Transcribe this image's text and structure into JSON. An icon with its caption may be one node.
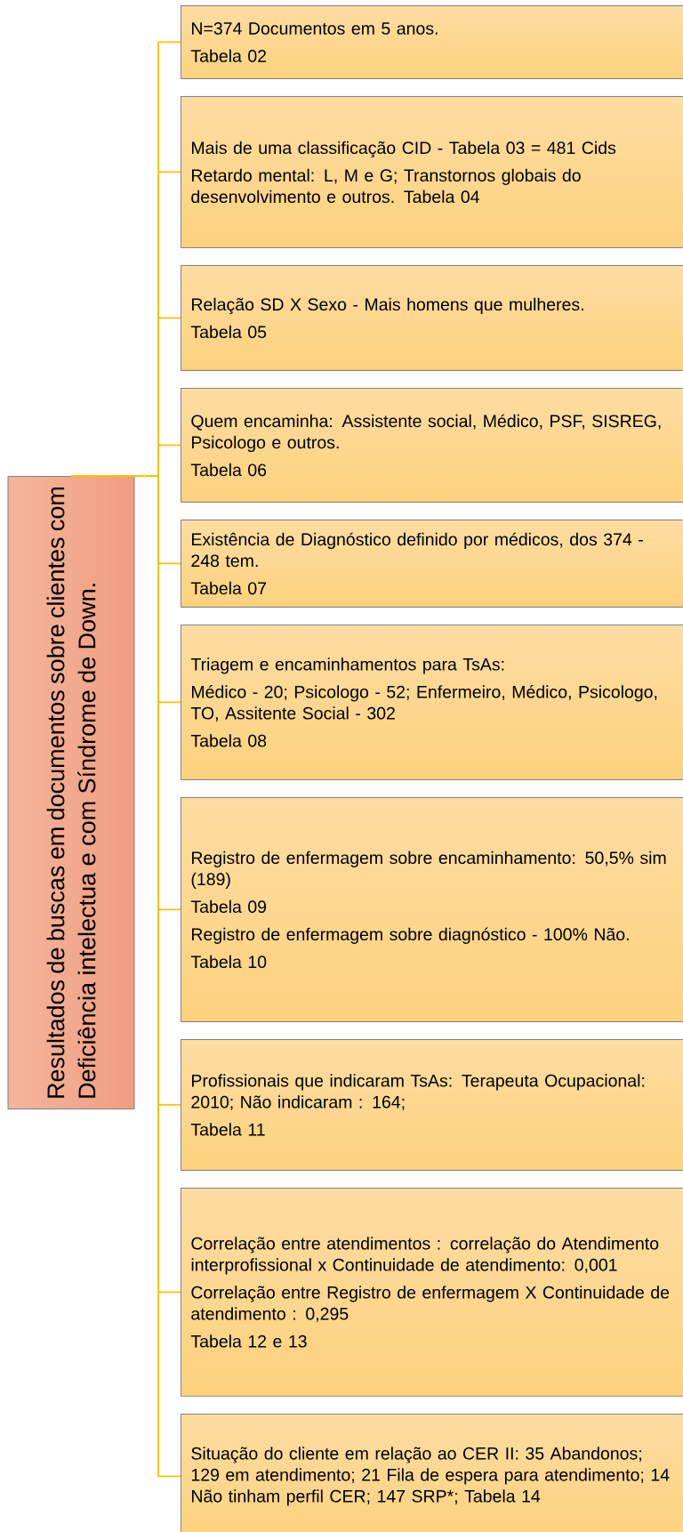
{
  "diagram": {
    "nodes": [
      {
        "text": [
          "Resultados de buscas em documentos sobre clientes com Deficiência intelectua e com Síndrome de Down."
        ]
      },
      {
        "text": [
          "N=374 Documentos em 5 anos.",
          "Tabela 02"
        ]
      },
      {
        "text": [
          "Mais de uma classificação CID - Tabela 03 = 481 Cids",
          "Retardo mental: L, M e G; Transtornos globais do desenvolvimento e outros. Tabela 04"
        ]
      },
      {
        "text": [
          "Relação SD X Sexo - Mais homens que mulheres.",
          "Tabela 05"
        ]
      },
      {
        "text": [
          "Quem encaminha: Assistente social, Médico, PSF, SISREG, Psicologo e outros.",
          "Tabela 06"
        ]
      },
      {
        "text": [
          "Existência de Diagnóstico definido por médicos, dos 374 - 248 tem.",
          "Tabela 07"
        ]
      },
      {
        "text": [
          "Triagem e encaminhamentos para TsAs:",
          "Médico - 20; Psicologo - 52; Enfermeiro, Médico, Psicologo, TO, Assitente Social - 302",
          "Tabela 08"
        ]
      },
      {
        "text": [
          "Registro de enfermagem sobre encaminhamento: 50,5% sim (189)",
          "Tabela 09",
          "Registro de enfermagem sobre diagnóstico - 100% Não.",
          "Tabela 10"
        ]
      },
      {
        "text": [
          "Profissionais que indicaram TsAs: Terapeuta Ocupacional: 2010; Não indicaram : 164;",
          "Tabela 11"
        ]
      },
      {
        "text": [
          "Correlação entre atendimentos : correlação do Atendimento interprofissional x Continuidade de atendimento: 0,001",
          "Correlação entre Registro de enfermagem X Continuidade de atendimento : 0,295",
          "Tabela 12 e 13"
        ]
      },
      {
        "text": [
          "Situação do cliente em relação ao CER II: 35 Abandonos; 129 em atendimento; 21 Fila de espera para atendimento; 14 Não tinham perfil CER; 147 SRP*; Tabela 14"
        ]
      }
    ],
    "edges": [
      {
        "from": 0,
        "to": 1,
        "arrow": "none"
      },
      {
        "from": 0,
        "to": 2,
        "arrow": "none"
      },
      {
        "from": 0,
        "to": 3,
        "arrow": "none"
      },
      {
        "from": 0,
        "to": 4,
        "arrow": "none"
      },
      {
        "from": 0,
        "to": 5,
        "arrow": "none"
      },
      {
        "from": 0,
        "to": 6,
        "arrow": "none"
      },
      {
        "from": 0,
        "to": 7,
        "arrow": "none"
      },
      {
        "from": 0,
        "to": 8,
        "arrow": "none"
      },
      {
        "from": 0,
        "to": 9,
        "arrow": "none"
      },
      {
        "from": 0,
        "to": 10,
        "arrow": "none"
      }
    ]
  }
}
